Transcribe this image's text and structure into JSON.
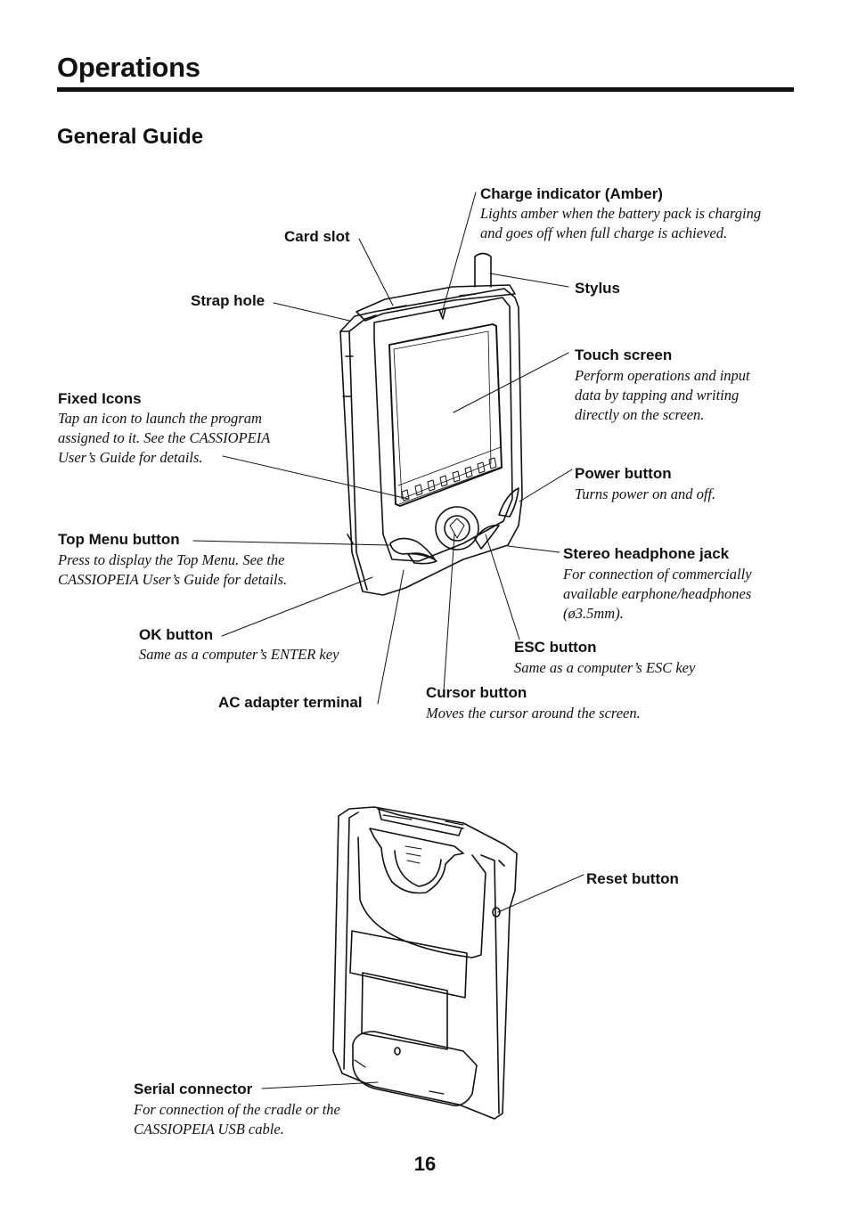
{
  "header": {
    "title": "Operations",
    "subtitle": "General Guide"
  },
  "callouts": {
    "charge_indicator": {
      "label": "Charge indicator (Amber)",
      "desc": [
        "Lights amber when the battery pack is charging",
        "and goes off when full charge is achieved."
      ]
    },
    "card_slot": {
      "label": "Card slot"
    },
    "stylus": {
      "label": "Stylus"
    },
    "strap_hole": {
      "label": "Strap hole"
    },
    "touch_screen": {
      "label": "Touch screen",
      "desc": [
        "Perform operations and input",
        "data by tapping and writing",
        "directly on the screen."
      ]
    },
    "fixed_icons": {
      "label": "Fixed Icons",
      "desc": [
        "Tap an icon to launch the program",
        "assigned to it. See the CASSIOPEIA",
        "User’s Guide for details."
      ]
    },
    "power_button": {
      "label": "Power button",
      "desc": [
        "Turns power on and off."
      ]
    },
    "top_menu_button": {
      "label": "Top Menu button",
      "desc": [
        "Press to display the Top Menu. See the",
        "CASSIOPEIA User’s Guide for details."
      ]
    },
    "stereo_jack": {
      "label": "Stereo headphone jack",
      "desc": [
        "For connection of commercially",
        "available earphone/headphones",
        "(ø3.5mm)."
      ]
    },
    "ok_button": {
      "label": "OK button",
      "desc": [
        "Same as a computer’s ENTER key"
      ]
    },
    "esc_button": {
      "label": "ESC button",
      "desc": [
        "Same as a computer’s ESC key"
      ]
    },
    "cursor_button": {
      "label": "Cursor button",
      "desc": [
        "Moves the cursor around the screen."
      ]
    },
    "ac_adapter": {
      "label": "AC adapter terminal"
    },
    "reset_button": {
      "label": "Reset button"
    },
    "serial_connector": {
      "label": "Serial connector",
      "desc": [
        "For connection of the cradle or the",
        "CASSIOPEIA USB cable."
      ]
    }
  },
  "page_number": "16"
}
